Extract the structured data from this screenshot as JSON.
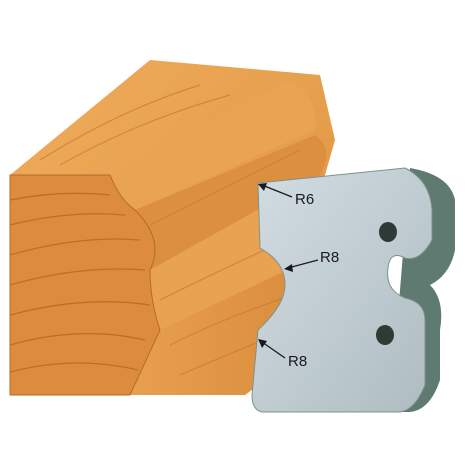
{
  "labels": {
    "radius_top": "R6",
    "radius_middle": "R8",
    "radius_bottom": "R8"
  },
  "colors": {
    "wood_top": "#e9a04f",
    "wood_front": "#e39a46",
    "wood_end": "#d8893a",
    "wood_grain": "#c4742c",
    "knife_face": "#c2ced4",
    "knife_edge": "#5f7a71",
    "knife_hole": "#2d3a36",
    "arrow": "#1a1a1a"
  },
  "icons": [
    "wood-profile-icon",
    "profile-knife-icon",
    "pin-hole-icon"
  ]
}
